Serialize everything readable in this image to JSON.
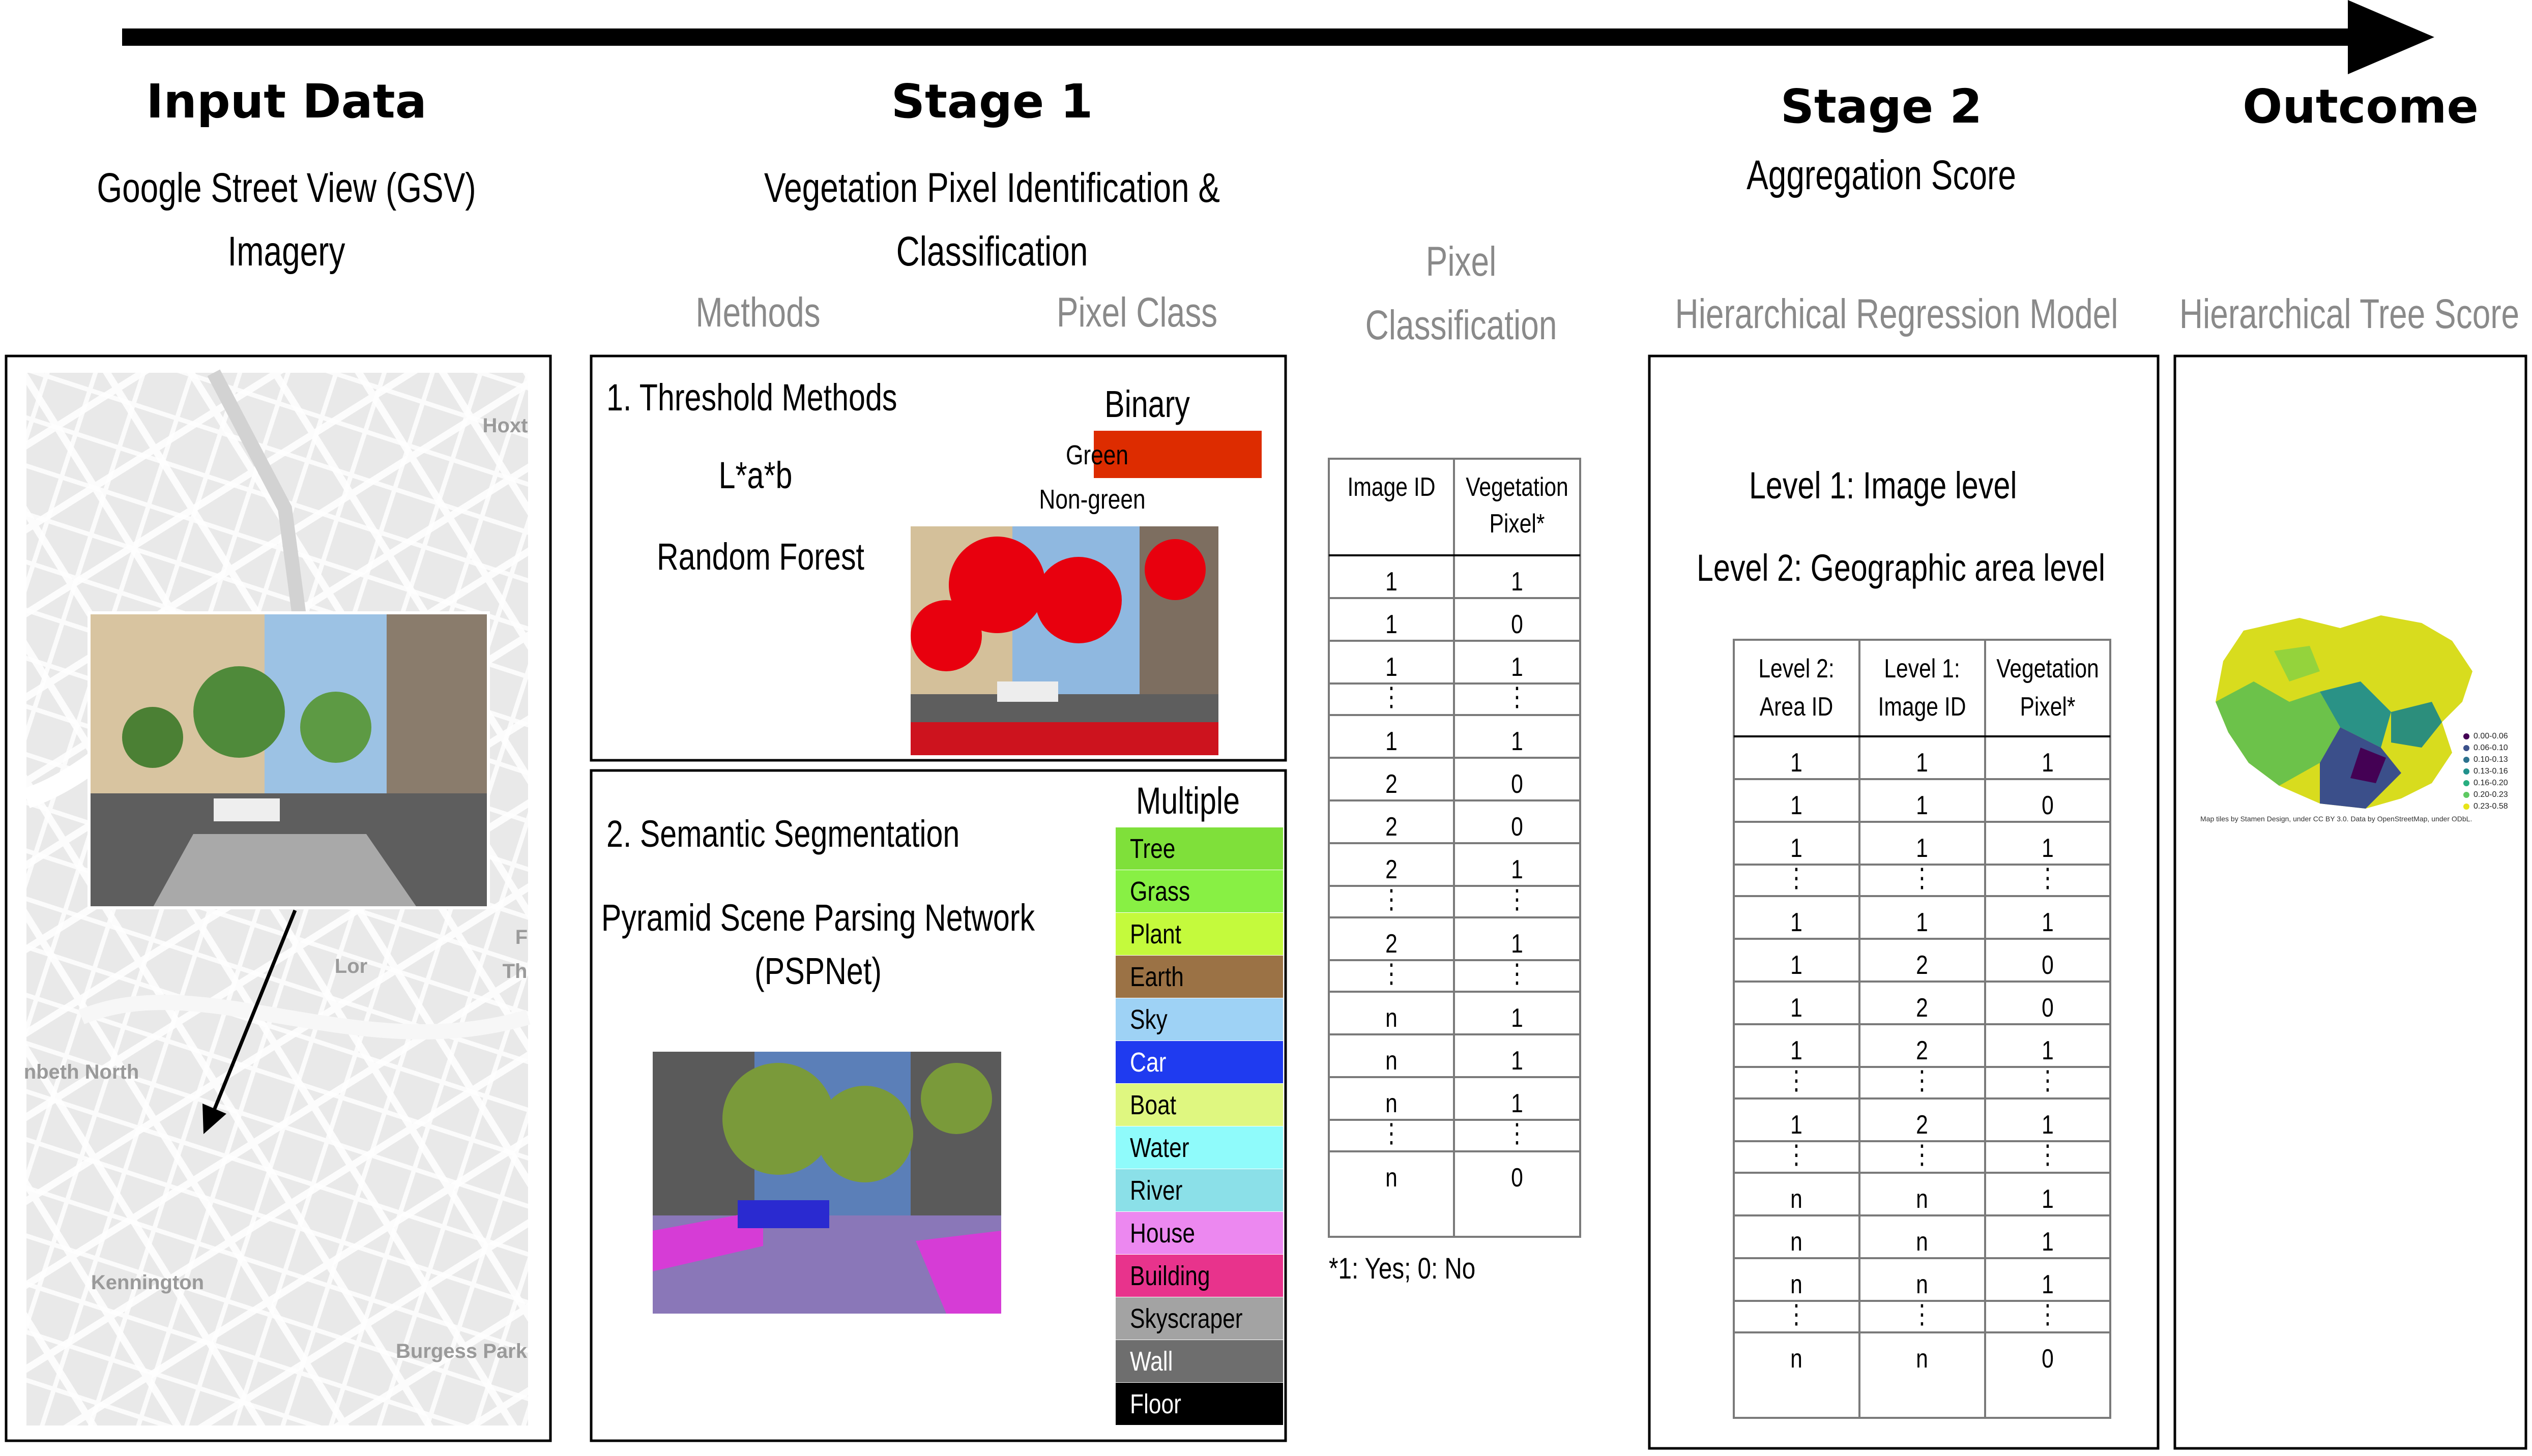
{
  "headers": {
    "input": "Input Data",
    "input_sub_1": "Google Street View (GSV)",
    "input_sub_2": "Imagery",
    "stage1": "Stage 1",
    "stage1_sub_1": "Vegetation Pixel Identification &",
    "stage1_sub_2": "Classification",
    "stage2": "Stage 2",
    "stage2_sub": "Aggregation Score",
    "outcome": "Outcome"
  },
  "column_titles": {
    "methods": "Methods",
    "pixel_class": "Pixel Class",
    "pixel_classification_1": "Pixel",
    "pixel_classification_2": "Classification",
    "hrm": "Hierarchical Regression Model",
    "hts": "Hierarchical Tree Score"
  },
  "map_labels": [
    "Hoxt",
    "Lor",
    "nbeth North",
    "Kennington",
    "Burgess Park",
    "F",
    "Th"
  ],
  "threshold": {
    "title": "1. Threshold Methods",
    "lab": "L*a*b",
    "rf": "Random Forest",
    "binary": "Binary",
    "green": "Green",
    "non_green": "Non-green",
    "green_color": "#dd2c00"
  },
  "semantic": {
    "title": "2. Semantic Segmentation",
    "net_1": "Pyramid Scene Parsing Network",
    "net_2": "(PSPNet)",
    "multiple": "Multiple",
    "classes": [
      {
        "label": "Tree",
        "color": "#7fe03a",
        "text": "#000000"
      },
      {
        "label": "Grass",
        "color": "#88f044",
        "text": "#000000"
      },
      {
        "label": "Plant",
        "color": "#c4fa3c",
        "text": "#000000"
      },
      {
        "label": "Earth",
        "color": "#9b7245",
        "text": "#000000"
      },
      {
        "label": "Sky",
        "color": "#9ed2f5",
        "text": "#000000"
      },
      {
        "label": "Car",
        "color": "#1f3bf0",
        "text": "#ffffff"
      },
      {
        "label": "Boat",
        "color": "#dff780",
        "text": "#000000"
      },
      {
        "label": "Water",
        "color": "#8ffbfb",
        "text": "#000000"
      },
      {
        "label": "River",
        "color": "#8be0e8",
        "text": "#000000"
      },
      {
        "label": "House",
        "color": "#ec88f0",
        "text": "#000000"
      },
      {
        "label": "Building",
        "color": "#e8338c",
        "text": "#000000"
      },
      {
        "label": "Skyscraper",
        "color": "#a3a3a3",
        "text": "#000000"
      },
      {
        "label": "Wall",
        "color": "#6e6e6e",
        "text": "#ffffff"
      },
      {
        "label": "Floor",
        "color": "#000000",
        "text": "#ffffff"
      }
    ]
  },
  "pixel_table": {
    "headers": [
      "Image ID",
      "Vegetation",
      "Pixel*"
    ],
    "rows": [
      [
        "1",
        "1"
      ],
      [
        "1",
        "0"
      ],
      [
        "1",
        "1"
      ],
      [
        "⋮",
        "⋮"
      ],
      [
        "1",
        "1"
      ],
      [
        "2",
        "0"
      ],
      [
        "2",
        "0"
      ],
      [
        "2",
        "1"
      ],
      [
        "⋮",
        "⋮"
      ],
      [
        "2",
        "1"
      ],
      [
        "⋮",
        "⋮"
      ],
      [
        "n",
        "1"
      ],
      [
        "n",
        "1"
      ],
      [
        "n",
        "1"
      ],
      [
        "⋮",
        "⋮"
      ],
      [
        "n",
        "0"
      ]
    ],
    "footnote": "*1: Yes; 0: No"
  },
  "hrm": {
    "level1": "Level 1: Image level",
    "level2": "Level 2: Geographic area level",
    "headers": [
      [
        "Level 2:",
        "Area ID"
      ],
      [
        "Level 1:",
        "Image ID"
      ],
      [
        "Vegetation",
        "Pixel*"
      ]
    ],
    "rows": [
      [
        "1",
        "1",
        "1"
      ],
      [
        "1",
        "1",
        "0"
      ],
      [
        "1",
        "1",
        "1"
      ],
      [
        "⋮",
        "⋮",
        "⋮"
      ],
      [
        "1",
        "1",
        "1"
      ],
      [
        "1",
        "2",
        "0"
      ],
      [
        "1",
        "2",
        "0"
      ],
      [
        "1",
        "2",
        "1"
      ],
      [
        "⋮",
        "⋮",
        "⋮"
      ],
      [
        "1",
        "2",
        "1"
      ],
      [
        "⋮",
        "⋮",
        "⋮"
      ],
      [
        "n",
        "n",
        "1"
      ],
      [
        "n",
        "n",
        "1"
      ],
      [
        "n",
        "n",
        "1"
      ],
      [
        "⋮",
        "⋮",
        "⋮"
      ],
      [
        "n",
        "n",
        "0"
      ]
    ]
  },
  "outcome_legend": {
    "items": [
      "0.00-0.06",
      "0.06-0.10",
      "0.10-0.13",
      "0.13-0.16",
      "0.16-0.20",
      "0.20-0.23",
      "0.23-0.58"
    ],
    "colors": [
      "#440154",
      "#3b518b",
      "#2c728e",
      "#21918c",
      "#28ae80",
      "#5ec962",
      "#e7e419"
    ],
    "credit": "Map tiles by Stamen Design, under CC BY 3.0. Data by OpenStreetMap, under ODbL."
  }
}
